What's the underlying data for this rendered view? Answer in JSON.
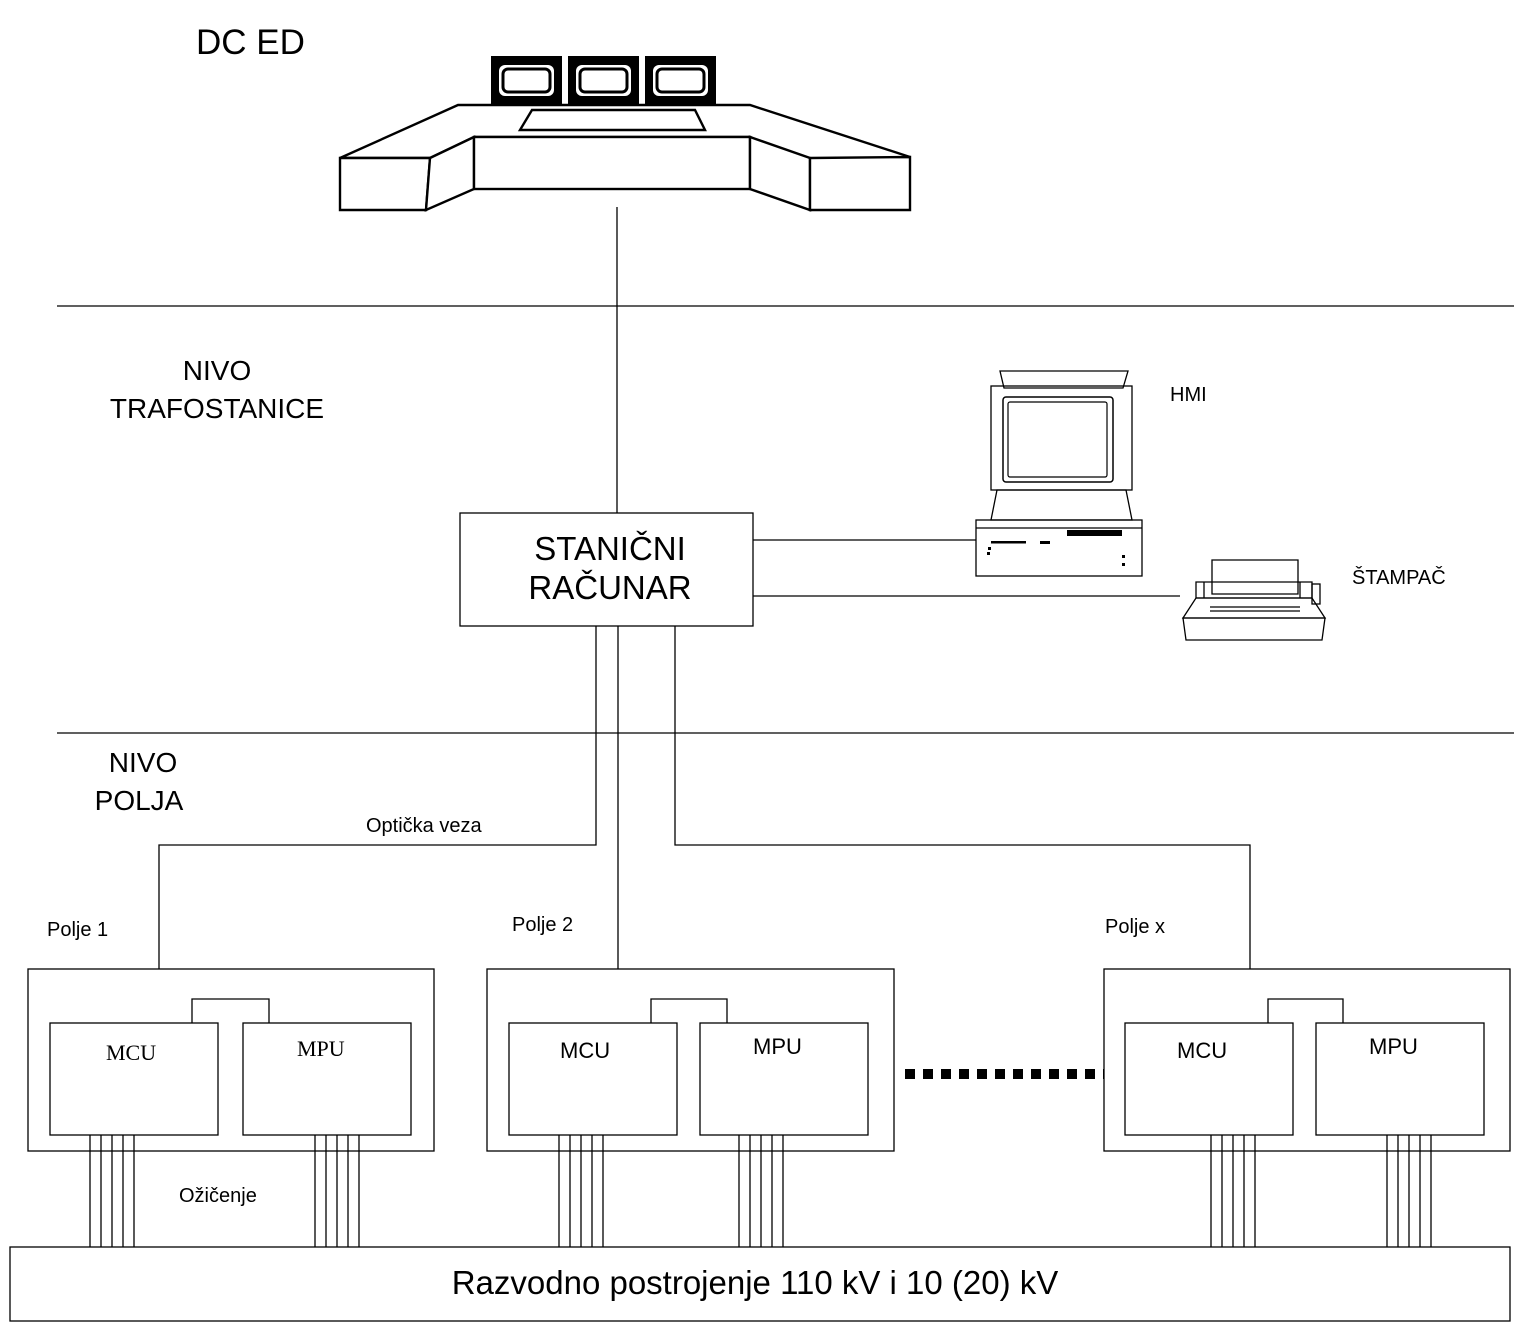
{
  "labels": {
    "dc_ed": "DC ED",
    "nivo_trafostanice_1": "NIVO",
    "nivo_trafostanice_2": "TRAFOSTANICE",
    "nivo_polja_1": "NIVO",
    "nivo_polja_2": "POLJA",
    "hmi": "HMI",
    "stampac": "ŠTAMPAČ",
    "stanicni_1": "STANIČNI",
    "stanicni_2": "RAČUNAR",
    "opticka_veza": "Optička veza",
    "ozicenje": "Ožičenje",
    "razvodno": "Razvodno postrojenje 110 kV i 10 (20) kV"
  },
  "fields": [
    {
      "title": "Polje 1",
      "mcu": "MCU",
      "mpu": "MPU"
    },
    {
      "title": "Polje 2",
      "mcu": "MCU",
      "mpu": "MPU"
    },
    {
      "title": "Polje x",
      "mcu": "MCU",
      "mpu": "MPU"
    }
  ]
}
